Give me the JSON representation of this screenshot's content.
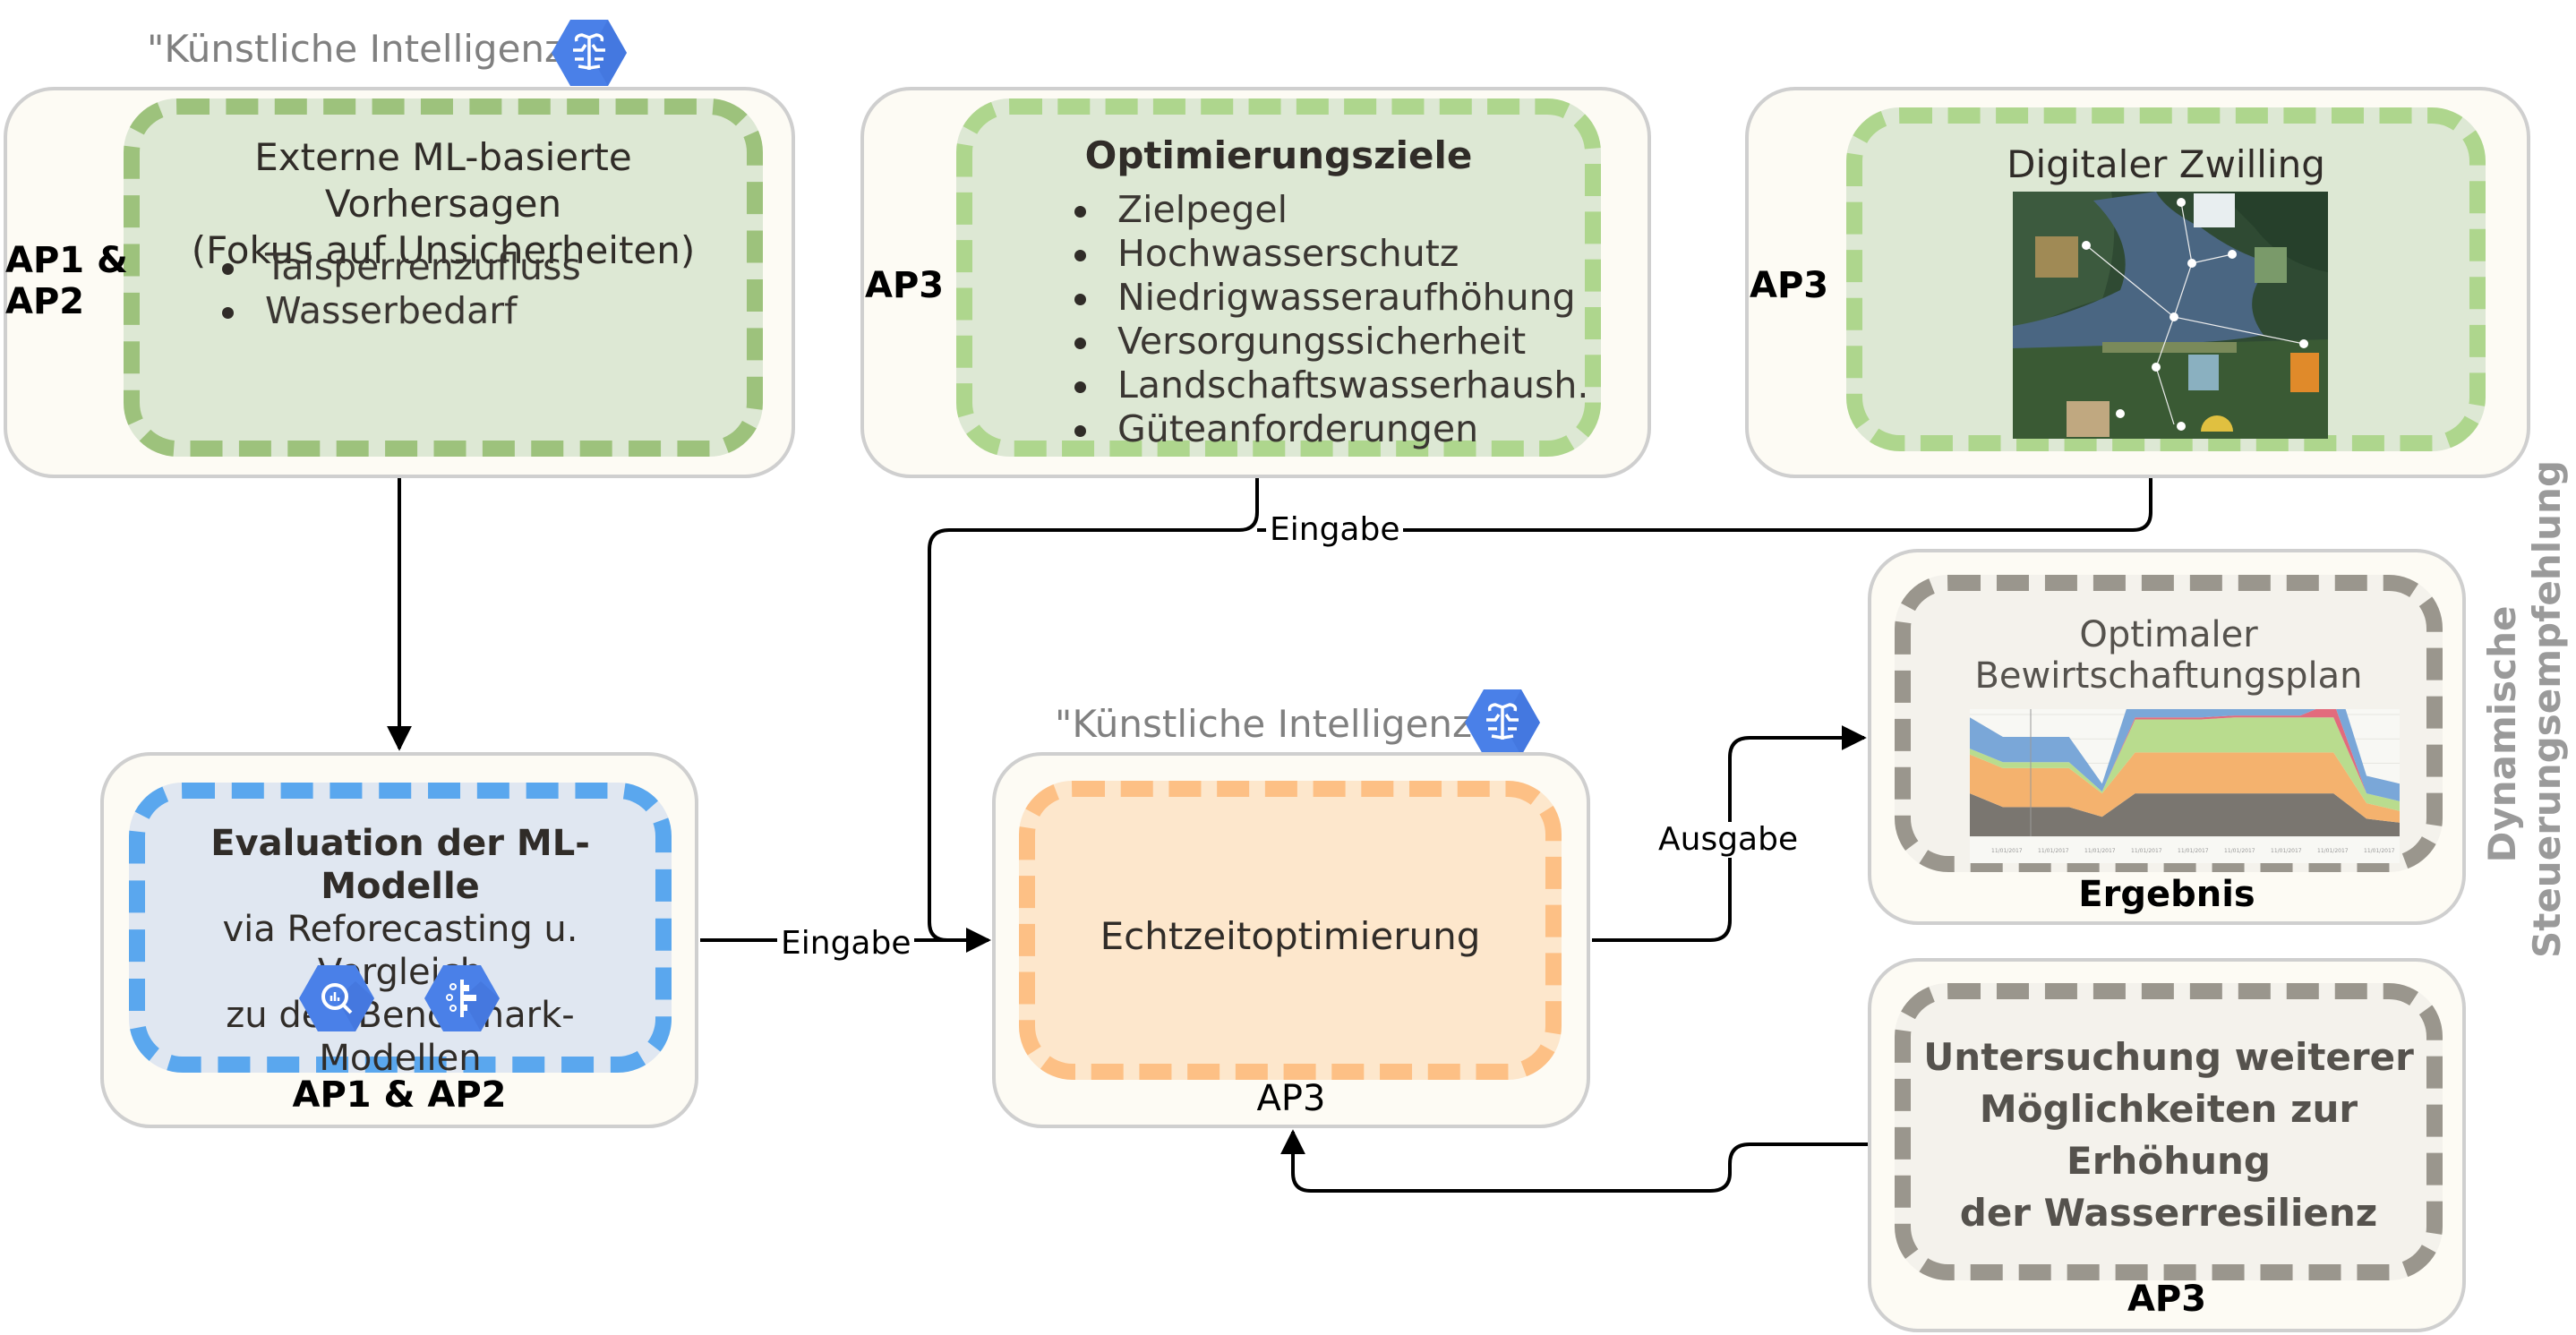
{
  "ki_label": "\"Künstliche Intelligenz\"",
  "box_forecast": {
    "ap_label_line1": "AP1 &",
    "ap_label_line2": "AP2",
    "title_line1": "Externe ML-basierte Vorhersagen",
    "title_line2": "(Fokus auf Unsicherheiten)",
    "items": [
      "Talsperrenzufluss",
      "Wasserbedarf"
    ]
  },
  "box_goals": {
    "ap_label": "AP3",
    "title": "Optimierungsziele",
    "items": [
      "Zielpegel",
      "Hochwasserschutz",
      "Niedrigwasseraufhöhung",
      "Versorgungssicherheit",
      "Landschaftswasserhaush.",
      "Güteanforderungen"
    ]
  },
  "box_twin": {
    "ap_label": "AP3",
    "title": "Digitaler Zwilling",
    "image_alt": "reservoir-aerial-photo"
  },
  "box_eval": {
    "title": "Evaluation der ML-Modelle",
    "line2": "via Reforecasting u. Vergleich",
    "line3": "zu den Benchmark- Modellen",
    "ap_label": "AP1 & AP2",
    "icons": [
      "analytics-search-icon",
      "feature-bars-icon"
    ]
  },
  "box_realtime": {
    "title": "Echtzeitoptimierung",
    "ap_label": "AP3"
  },
  "box_result": {
    "title_line1": "Optimaler",
    "title_line2": "Bewirtschaftungsplan",
    "footer": "Ergebnis"
  },
  "box_research": {
    "lines": [
      "Untersuchung weiterer",
      "Möglichkeiten zur",
      "Erhöhung",
      "der Wasserresilienz"
    ],
    "ap_label": "AP3"
  },
  "edges": {
    "input_top": "Eingabe",
    "input_left": "Eingabe",
    "output": "Ausgabe"
  },
  "side_label": {
    "line1": "Dynamische",
    "line2": "Steuerungsempfehlung"
  },
  "colors": {
    "ki_hex": "#4a80e8",
    "green_border": "#9dc27c",
    "blue_border": "#5aa7ee",
    "orange_border": "#fdc085",
    "gray_border": "#9a968d"
  },
  "chart_data": {
    "type": "area",
    "title": "",
    "series_colors": [
      "#7a7670",
      "#f4b26e",
      "#b9dc8e",
      "#e26b7d",
      "#7aa7d8"
    ],
    "series": [
      {
        "name": "layer-1",
        "values": [
          0.22,
          0.15,
          0.15,
          0.15,
          0.1,
          0.22,
          0.22,
          0.22,
          0.22,
          0.22,
          0.22,
          0.22,
          0.09,
          0.07
        ]
      },
      {
        "name": "layer-2",
        "values": [
          0.2,
          0.2,
          0.2,
          0.2,
          0.12,
          0.21,
          0.21,
          0.21,
          0.21,
          0.21,
          0.21,
          0.21,
          0.08,
          0.06
        ]
      },
      {
        "name": "layer-3",
        "values": [
          0.03,
          0.03,
          0.03,
          0.03,
          0.01,
          0.17,
          0.17,
          0.17,
          0.18,
          0.18,
          0.18,
          0.18,
          0.05,
          0.05
        ]
      },
      {
        "name": "layer-4",
        "values": [
          0,
          0,
          0,
          0,
          0,
          0.01,
          0.01,
          0.01,
          0.01,
          0.01,
          0.01,
          0.08,
          0,
          0
        ]
      },
      {
        "name": "layer-5",
        "values": [
          0.16,
          0.13,
          0.13,
          0.13,
          0.04,
          0.18,
          0.19,
          0.2,
          0.2,
          0.2,
          0.21,
          0.16,
          0.09,
          0.09
        ]
      }
    ],
    "x_tick_labels": [
      "11/01/2017",
      "11/01/2017",
      "11/01/2017",
      "11/01/2017",
      "11/01/2017",
      "11/01/2017",
      "11/01/2017",
      "11/01/2017",
      "11/01/2017"
    ],
    "ylim": [
      0,
      1
    ]
  }
}
